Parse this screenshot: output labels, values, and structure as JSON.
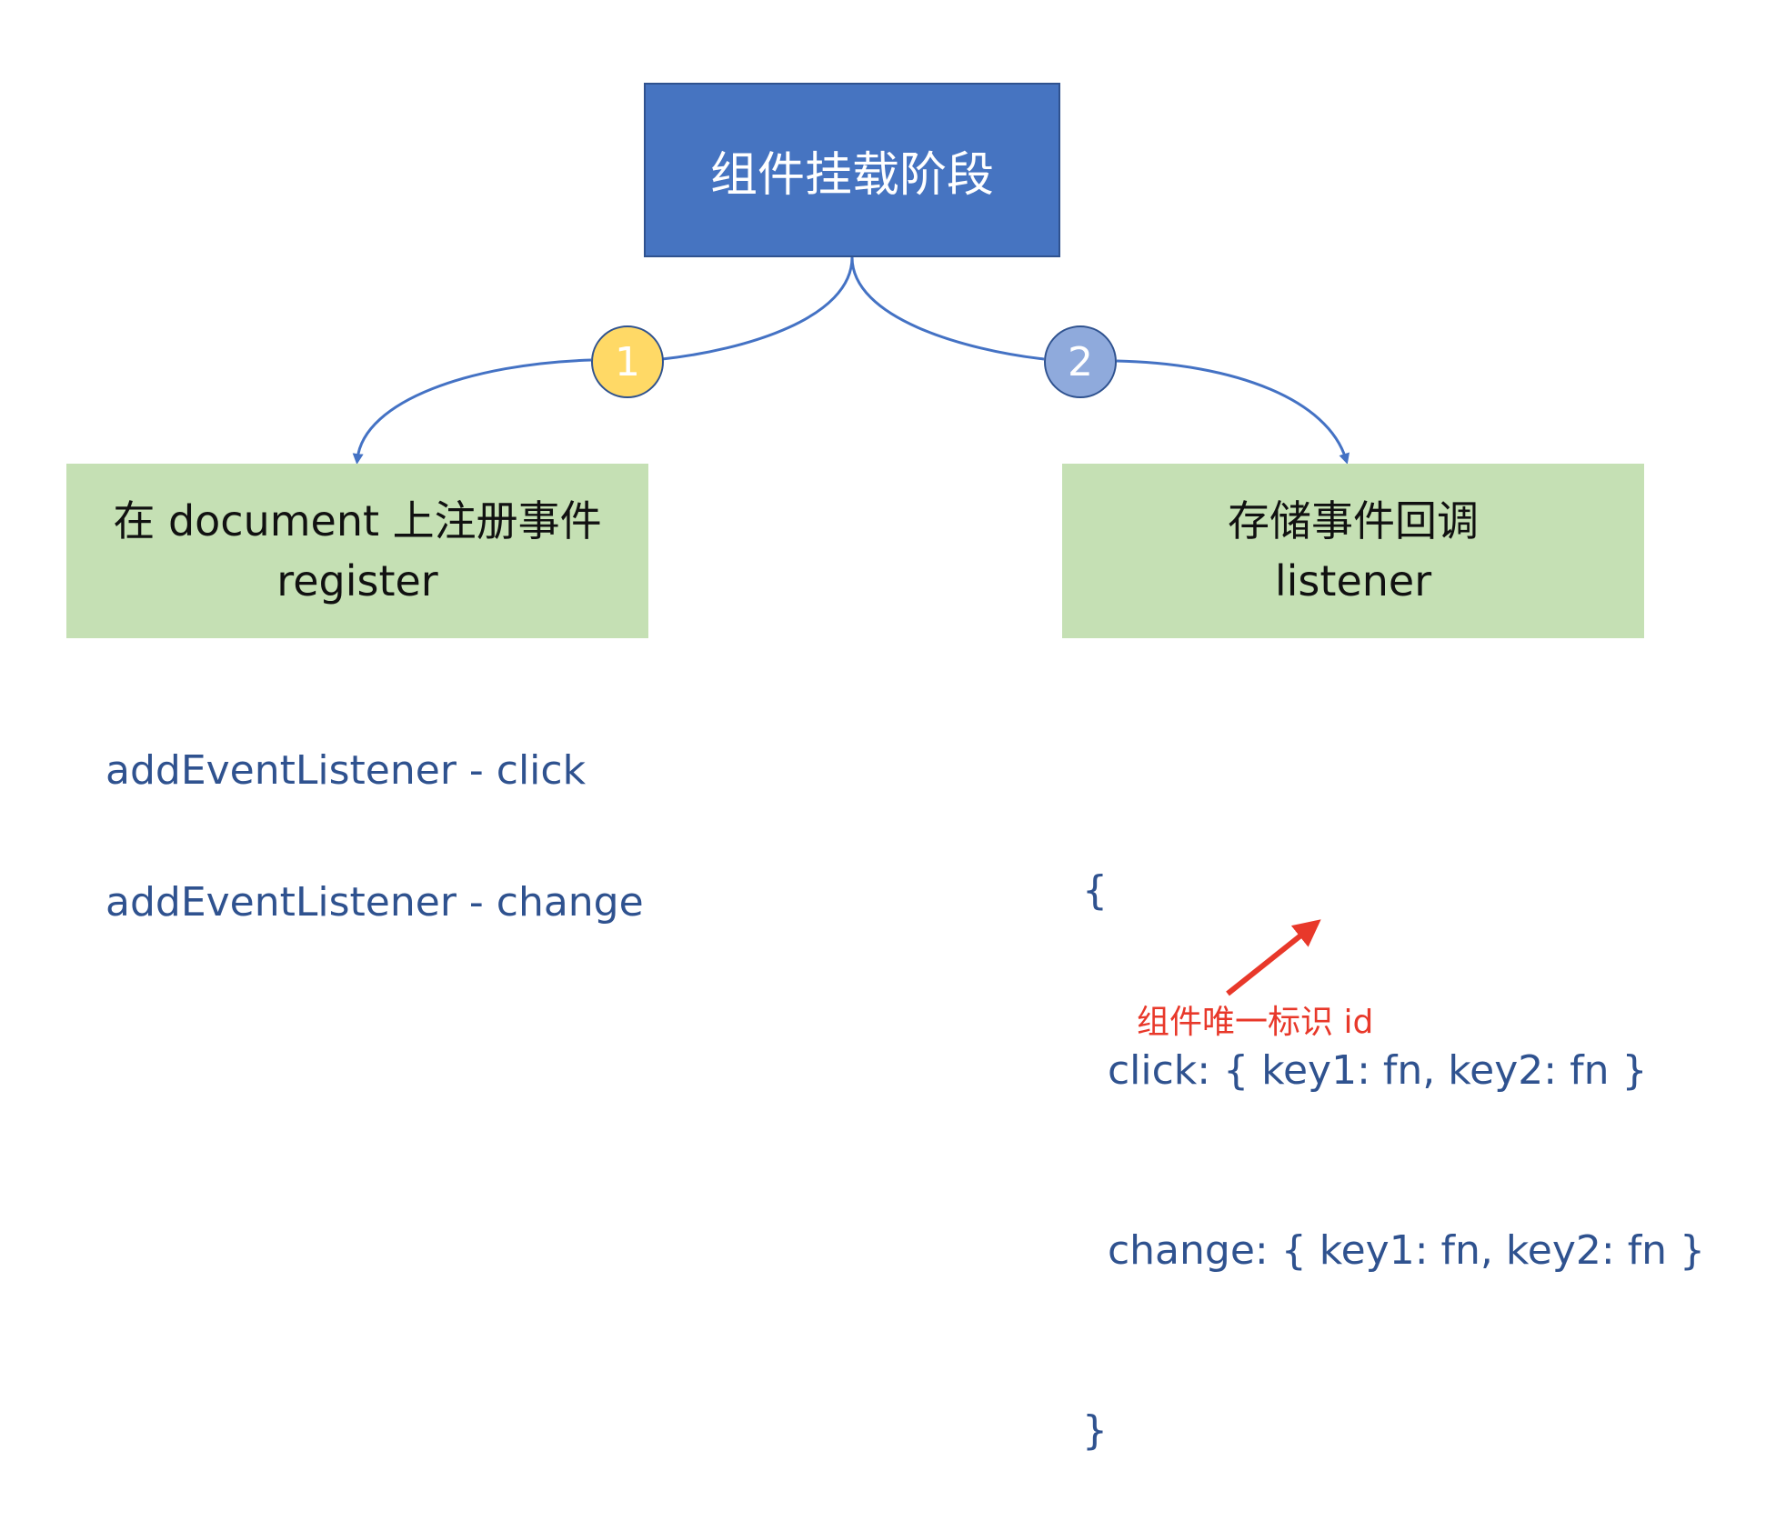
{
  "diagram": {
    "top_box": {
      "label": "组件挂载阶段"
    },
    "badges": [
      {
        "number": "1",
        "color": "#ffd966"
      },
      {
        "number": "2",
        "color": "#8faadc"
      }
    ],
    "left_box": {
      "line1": "在 document 上注册事件",
      "line2": "register",
      "color": "#c5e0b4"
    },
    "right_box": {
      "line1": "存储事件回调",
      "line2": "listener",
      "color": "#c5e0b4"
    },
    "left_code": [
      "addEventListener - click",
      "addEventListener - change"
    ],
    "right_code": [
      "{",
      "  click: { key1: fn, key2: fn }",
      "  change: { key1: fn, key2: fn }",
      "}"
    ],
    "annotation": {
      "text": "组件唯一标识 id",
      "color": "#e8382a"
    },
    "colors": {
      "top_box": "#4674c1",
      "connector": "#4472c4",
      "code_text": "#2f528f"
    }
  }
}
